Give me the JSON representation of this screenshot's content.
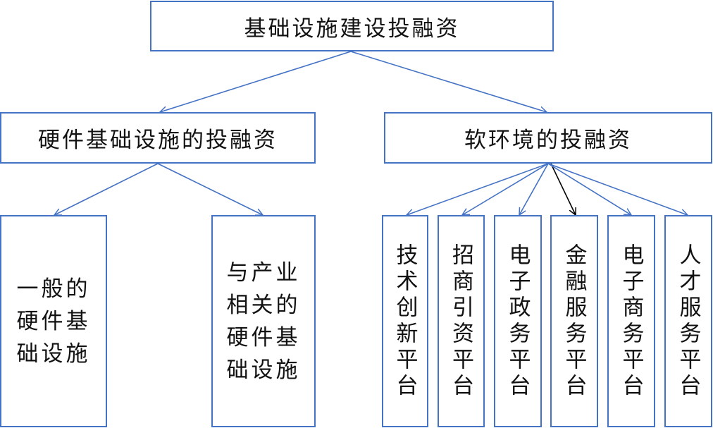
{
  "root": {
    "label": "基础设施建设投融资"
  },
  "level1": {
    "hardware": {
      "label": "硬件基础设施的投融资"
    },
    "software": {
      "label": "软环境的投融资"
    }
  },
  "hardware_children": {
    "general": {
      "lines": [
        "一般的",
        "硬件基",
        "础设施"
      ]
    },
    "industry": {
      "lines": [
        "与产业",
        "相关的",
        "硬件基",
        "础设施"
      ]
    }
  },
  "software_children": [
    {
      "label": "技术创新平台"
    },
    {
      "label": "招商引资平台"
    },
    {
      "label": "电子政务平台"
    },
    {
      "label": "金融服务平台"
    },
    {
      "label": "电子商务平台"
    },
    {
      "label": "人才服务平台"
    }
  ],
  "colors": {
    "box_border": "#4472c4",
    "connector": "#4472c4",
    "highlight_connector": "#000000"
  }
}
